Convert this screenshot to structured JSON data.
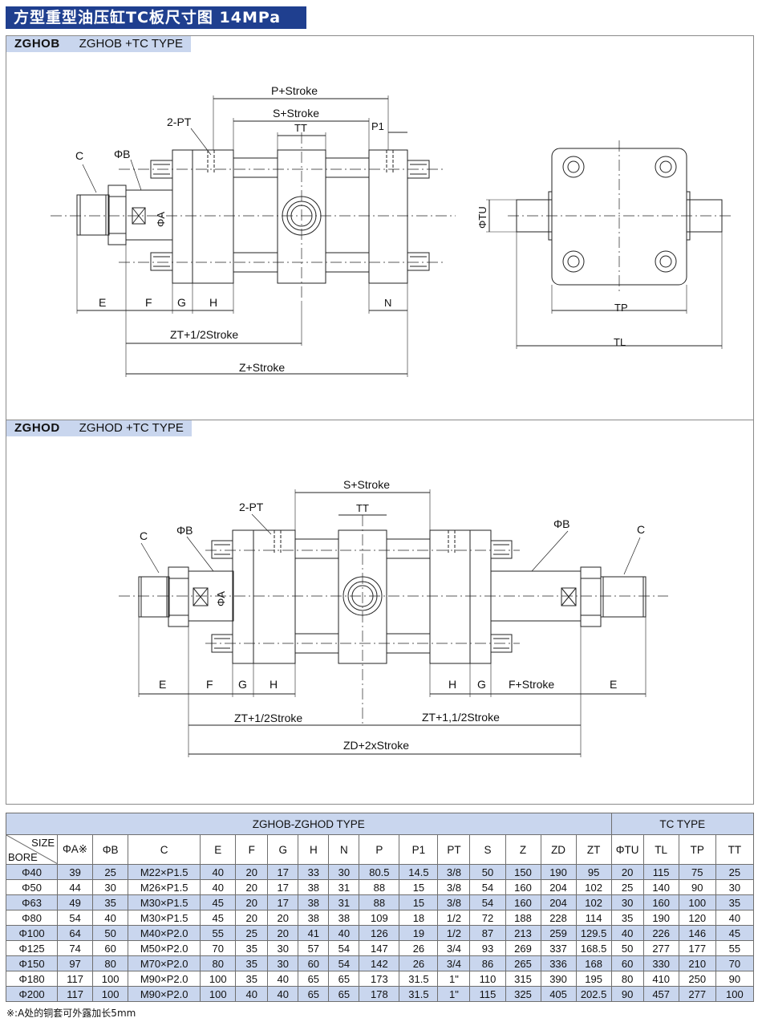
{
  "title": "方型重型油压缸TC板尺寸图 14MPa",
  "sections": [
    {
      "code": "ZGHOB",
      "name": "ZGHOB +TC TYPE"
    },
    {
      "code": "ZGHOD",
      "name": "ZGHOD +TC TYPE"
    }
  ],
  "drawing_top": {
    "labels": {
      "p_stroke": "P+Stroke",
      "s_stroke": "S+Stroke",
      "tt": "TT",
      "p1": "P1",
      "pt": "2-PT",
      "c": "C",
      "b": "ΦB",
      "a": "ΦA",
      "e": "E",
      "f": "F",
      "g": "G",
      "h": "H",
      "n": "N",
      "zt_half": "ZT+1/2Stroke",
      "z_stroke": "Z+Stroke",
      "tu": "ΦTU",
      "tp": "TP",
      "tl": "TL"
    }
  },
  "drawing_bottom": {
    "labels": {
      "s_stroke": "S+Stroke",
      "tt": "TT",
      "pt": "2-PT",
      "c_left": "C",
      "c_right": "C",
      "b_left": "ΦB",
      "b_right": "ΦB",
      "a": "ΦA",
      "e_left": "E",
      "f_left": "F",
      "g_left": "G",
      "h_left": "H",
      "h_right": "H",
      "g_right": "G",
      "f_right": "F+Stroke",
      "e_right": "E",
      "zt_half": "ZT+1/2Stroke",
      "zt_one_half": "ZT+1,1/2Stroke",
      "zd": "ZD+2xStroke"
    }
  },
  "table": {
    "group_main": "ZGHOB-ZGHOD TYPE",
    "group_tc": "TC TYPE",
    "corner_size": "SIZE",
    "corner_bore": "BORE",
    "columns": [
      "ΦA※",
      "ΦB",
      "C",
      "E",
      "F",
      "G",
      "H",
      "N",
      "P",
      "P1",
      "PT",
      "S",
      "Z",
      "ZD",
      "ZT",
      "ΦTU",
      "TL",
      "TP",
      "TT"
    ],
    "rows": [
      [
        "Φ40",
        "39",
        "25",
        "M22×P1.5",
        "40",
        "20",
        "17",
        "33",
        "30",
        "80.5",
        "14.5",
        "3/8",
        "50",
        "150",
        "190",
        "95",
        "20",
        "115",
        "75",
        "25"
      ],
      [
        "Φ50",
        "44",
        "30",
        "M26×P1.5",
        "40",
        "20",
        "17",
        "38",
        "31",
        "88",
        "15",
        "3/8",
        "54",
        "160",
        "204",
        "102",
        "25",
        "140",
        "90",
        "30"
      ],
      [
        "Φ63",
        "49",
        "35",
        "M30×P1.5",
        "45",
        "20",
        "17",
        "38",
        "31",
        "88",
        "15",
        "3/8",
        "54",
        "160",
        "204",
        "102",
        "30",
        "160",
        "100",
        "35"
      ],
      [
        "Φ80",
        "54",
        "40",
        "M30×P1.5",
        "45",
        "20",
        "20",
        "38",
        "38",
        "109",
        "18",
        "1/2",
        "72",
        "188",
        "228",
        "114",
        "35",
        "190",
        "120",
        "40"
      ],
      [
        "Φ100",
        "64",
        "50",
        "M40×P2.0",
        "55",
        "25",
        "20",
        "41",
        "40",
        "126",
        "19",
        "1/2",
        "87",
        "213",
        "259",
        "129.5",
        "40",
        "226",
        "146",
        "45"
      ],
      [
        "Φ125",
        "74",
        "60",
        "M50×P2.0",
        "70",
        "35",
        "30",
        "57",
        "54",
        "147",
        "26",
        "3/4",
        "93",
        "269",
        "337",
        "168.5",
        "50",
        "277",
        "177",
        "55"
      ],
      [
        "Φ150",
        "97",
        "80",
        "M70×P2.0",
        "80",
        "35",
        "30",
        "60",
        "54",
        "142",
        "26",
        "3/4",
        "86",
        "265",
        "336",
        "168",
        "60",
        "330",
        "210",
        "70"
      ],
      [
        "Φ180",
        "117",
        "100",
        "M90×P2.0",
        "100",
        "35",
        "40",
        "65",
        "65",
        "173",
        "31.5",
        "1\"",
        "110",
        "315",
        "390",
        "195",
        "80",
        "410",
        "250",
        "90"
      ],
      [
        "Φ200",
        "117",
        "100",
        "M90×P2.0",
        "100",
        "40",
        "40",
        "65",
        "65",
        "178",
        "31.5",
        "1\"",
        "115",
        "325",
        "405",
        "202.5",
        "90",
        "457",
        "277",
        "100"
      ]
    ]
  },
  "note": "※:A处的铜套可外露加长5mm"
}
